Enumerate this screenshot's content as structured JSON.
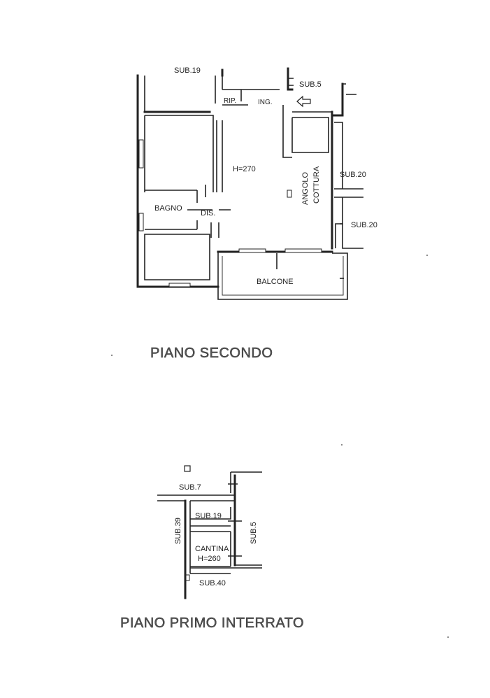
{
  "floor2": {
    "title": "PIANO SECONDO",
    "labels": {
      "sub19": "SUB.19",
      "sub5": "SUB.5",
      "rip": "RIP.",
      "ing": "ING.",
      "height": "H=270",
      "angolo": "ANGOLO",
      "cottura": "COTTURA",
      "sub20_a": "SUB.20",
      "sub20_b": "SUB.20",
      "bagno": "BAGNO",
      "dis": "DIS.",
      "balcone": "BALCONE"
    }
  },
  "basement": {
    "title": "PIANO PRIMO INTERRATO",
    "labels": {
      "sub7": "SUB.7",
      "sub39": "SUB.39",
      "sub19": "SUB.19",
      "sub5": "SUB.5",
      "cantina": "CANTINA",
      "height": "H=260",
      "sub40": "SUB.40"
    }
  }
}
